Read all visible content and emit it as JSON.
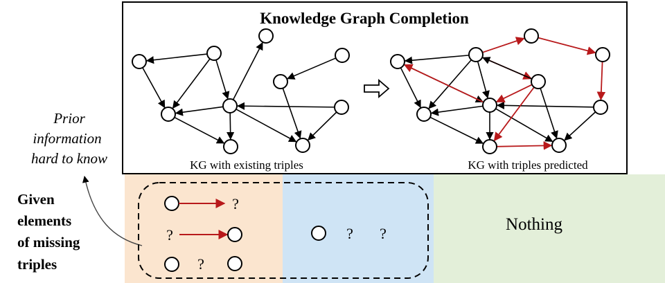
{
  "title": "Knowledge Graph Completion",
  "arrow_symbol": "⇨",
  "caption_left": "KG with existing triples",
  "caption_right": "KG with triples predicted",
  "prior_info": [
    "Prior",
    "information",
    "hard to know"
  ],
  "given_elements": [
    "Given",
    "elements",
    "of missing",
    "triples"
  ],
  "question_mark": "?",
  "nothing_label": "Nothing",
  "colors": {
    "panel_orange": "#fbe5cf",
    "panel_blue": "#cfe4f5",
    "panel_green": "#e3efd9",
    "predicted_edge": "#b8191b",
    "edge": "#000000"
  }
}
